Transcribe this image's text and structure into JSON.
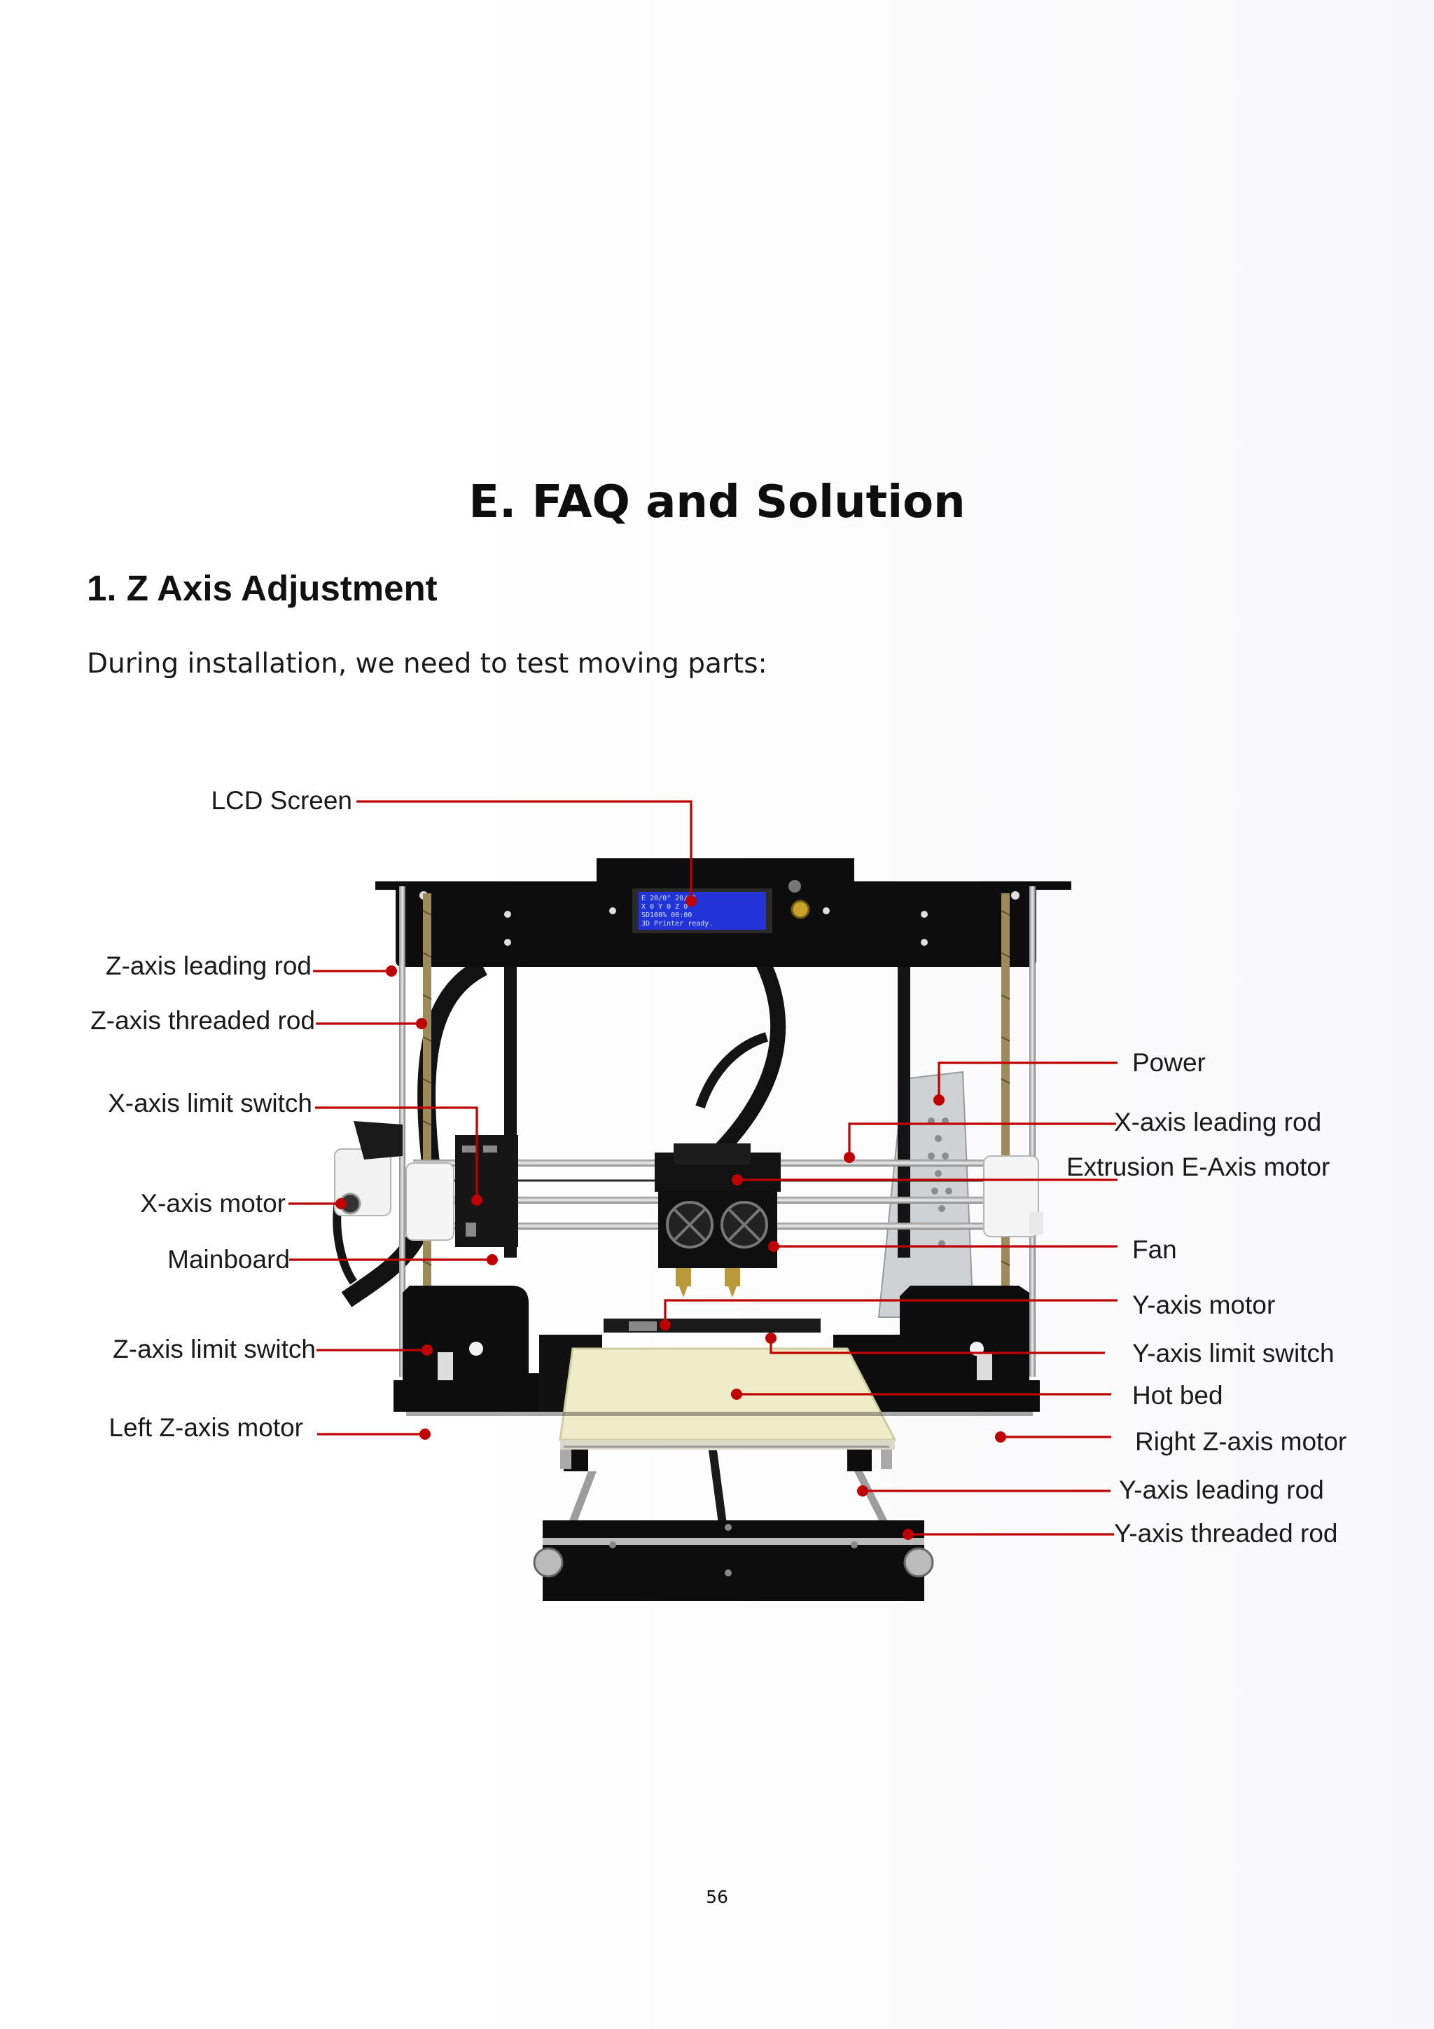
{
  "section_title": "E. FAQ and Solution",
  "subsection_title": "1. Z Axis Adjustment",
  "intro_text": "During installation, we need to test moving parts:",
  "figure": {
    "lcd_text": [
      "E 20/0°   20/0°",
      "X 0  Y 0   Z 0",
      "SD100%  00:00",
      "3D Printer ready."
    ],
    "callout_color": "#c00000",
    "labels": {
      "lcd_screen": "LCD Screen",
      "z_axis_leading_rod": "Z-axis leading rod",
      "z_axis_threaded_rod": "Z-axis threaded rod",
      "x_axis_limit_switch": "X-axis limit switch",
      "x_axis_motor": "X-axis motor",
      "mainboard": "Mainboard",
      "z_axis_limit_switch": "Z-axis limit switch",
      "left_z_axis_motor": "Left Z-axis motor",
      "power": "Power",
      "x_axis_leading_rod": "X-axis leading rod",
      "extrusion_e_axis_motor": "Extrusion E-Axis motor",
      "fan": "Fan",
      "y_axis_motor": "Y-axis motor",
      "y_axis_limit_switch": "Y-axis limit switch",
      "hot_bed": "Hot bed",
      "right_z_axis_motor": "Right Z-axis motor",
      "y_axis_leading_rod": "Y-axis leading rod",
      "y_axis_threaded_rod": "Y-axis threaded rod"
    }
  },
  "page_number": "56"
}
